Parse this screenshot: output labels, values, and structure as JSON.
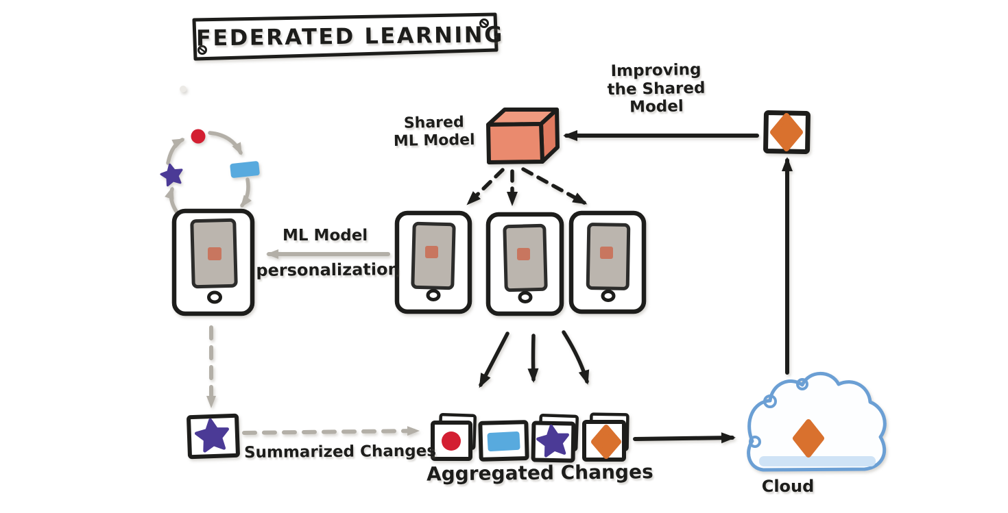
{
  "title": "FEDERATED LEARNING",
  "labels": {
    "shared_model_line1": "Shared",
    "shared_model_line2": "ML Model",
    "improving_line1": "Improving",
    "improving_line2": "the Shared",
    "improving_line3": "Model",
    "personalization_line1": "ML Model",
    "personalization_line2": "personalization",
    "summarized_changes": "Summarized Changes",
    "aggregated_changes": "Aggregated Changes",
    "cloud": "Cloud"
  },
  "icons": {
    "training_cycle_items": [
      "red-circle",
      "blue-rectangle",
      "purple-star"
    ],
    "summarized_change_item": "purple-star",
    "aggregated_change_items": [
      "red-circle",
      "blue-rectangle",
      "purple-star",
      "orange-diamond"
    ],
    "cloud_item": "orange-diamond",
    "model_update_item": "orange-diamond",
    "device_icon": "smartphone",
    "shared_model_icon": "cube"
  },
  "colors": {
    "ink": "#1d1d1b",
    "gray_arrow": "#b3afa7",
    "cube_top": "#f09a7f",
    "cube_front": "#ea8a6e",
    "cube_side": "#e07a5f",
    "app_square": "#c8765f",
    "screen_gray": "#b6b0a8",
    "red": "#d31f32",
    "blue": "#58aade",
    "purple": "#4b3a96",
    "orange": "#d9712e",
    "cloud_stroke": "#6b9fd4",
    "cloud_band": "#cfe3f6"
  }
}
